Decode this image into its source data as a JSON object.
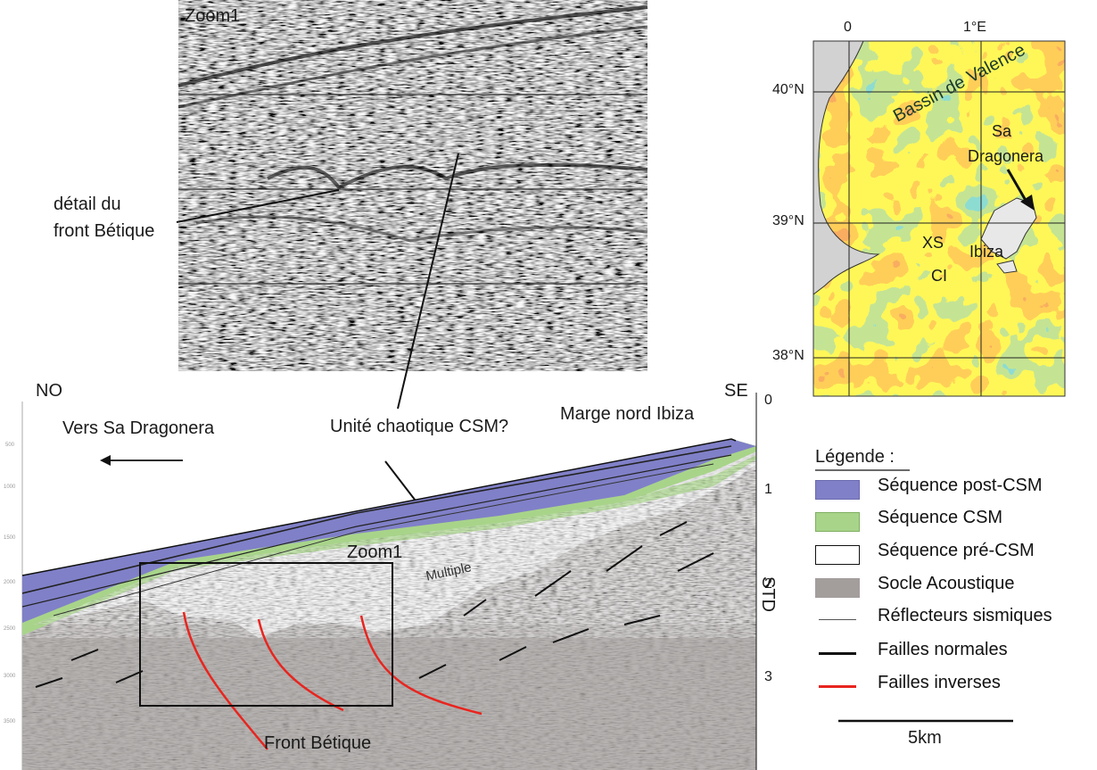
{
  "zoom_panel": {
    "title": "Zoom1"
  },
  "annotations": {
    "detail_line1": "détail du",
    "detail_line2": "front Bétique",
    "chaotic_unit": "Unité chaotique CSM?",
    "front_betique": "Front Bétique",
    "multiple": "Multiple",
    "zoom_box_label": "Zoom1"
  },
  "section": {
    "left_end": "NO",
    "right_end": "SE",
    "direction_label": "Vers Sa Dragonera",
    "margin_label": "Marge nord Ibiza",
    "left_ticks": [
      "500",
      "1000",
      "1500",
      "2000",
      "2500",
      "3000",
      "3500"
    ]
  },
  "std_axis": {
    "label": "STD",
    "ticks": [
      "0",
      "1",
      "2",
      "3"
    ]
  },
  "map": {
    "lon_labels": [
      "0",
      "1°E"
    ],
    "lat_labels": [
      "40°N",
      "39°N",
      "38°N"
    ],
    "place_labels": {
      "basin": "Bassin de Valence",
      "sa": "Sa",
      "dragonera": "Dragonera",
      "xs": "XS",
      "ibiza": "Ibiza",
      "ci": "CI"
    }
  },
  "legend": {
    "title": "Légende :",
    "items": [
      {
        "label": "Séquence post-CSM",
        "color": "#8080c8",
        "kind": "swatch"
      },
      {
        "label": "Séquence CSM",
        "color": "#a8d48a",
        "kind": "swatch"
      },
      {
        "label": "Séquence pré-CSM",
        "color": "#ffffff",
        "kind": "swatch"
      },
      {
        "label": "Socle Acoustique",
        "color": "#a39e9c",
        "kind": "swatch"
      },
      {
        "label": "Réflecteurs sismiques",
        "color": "#555555",
        "kind": "thin-line"
      },
      {
        "label": "Failles normales",
        "color": "#111111",
        "kind": "line"
      },
      {
        "label": "Failles inverses",
        "color": "#e8251f",
        "kind": "line"
      }
    ]
  },
  "scale_bar": {
    "label": "5km"
  }
}
